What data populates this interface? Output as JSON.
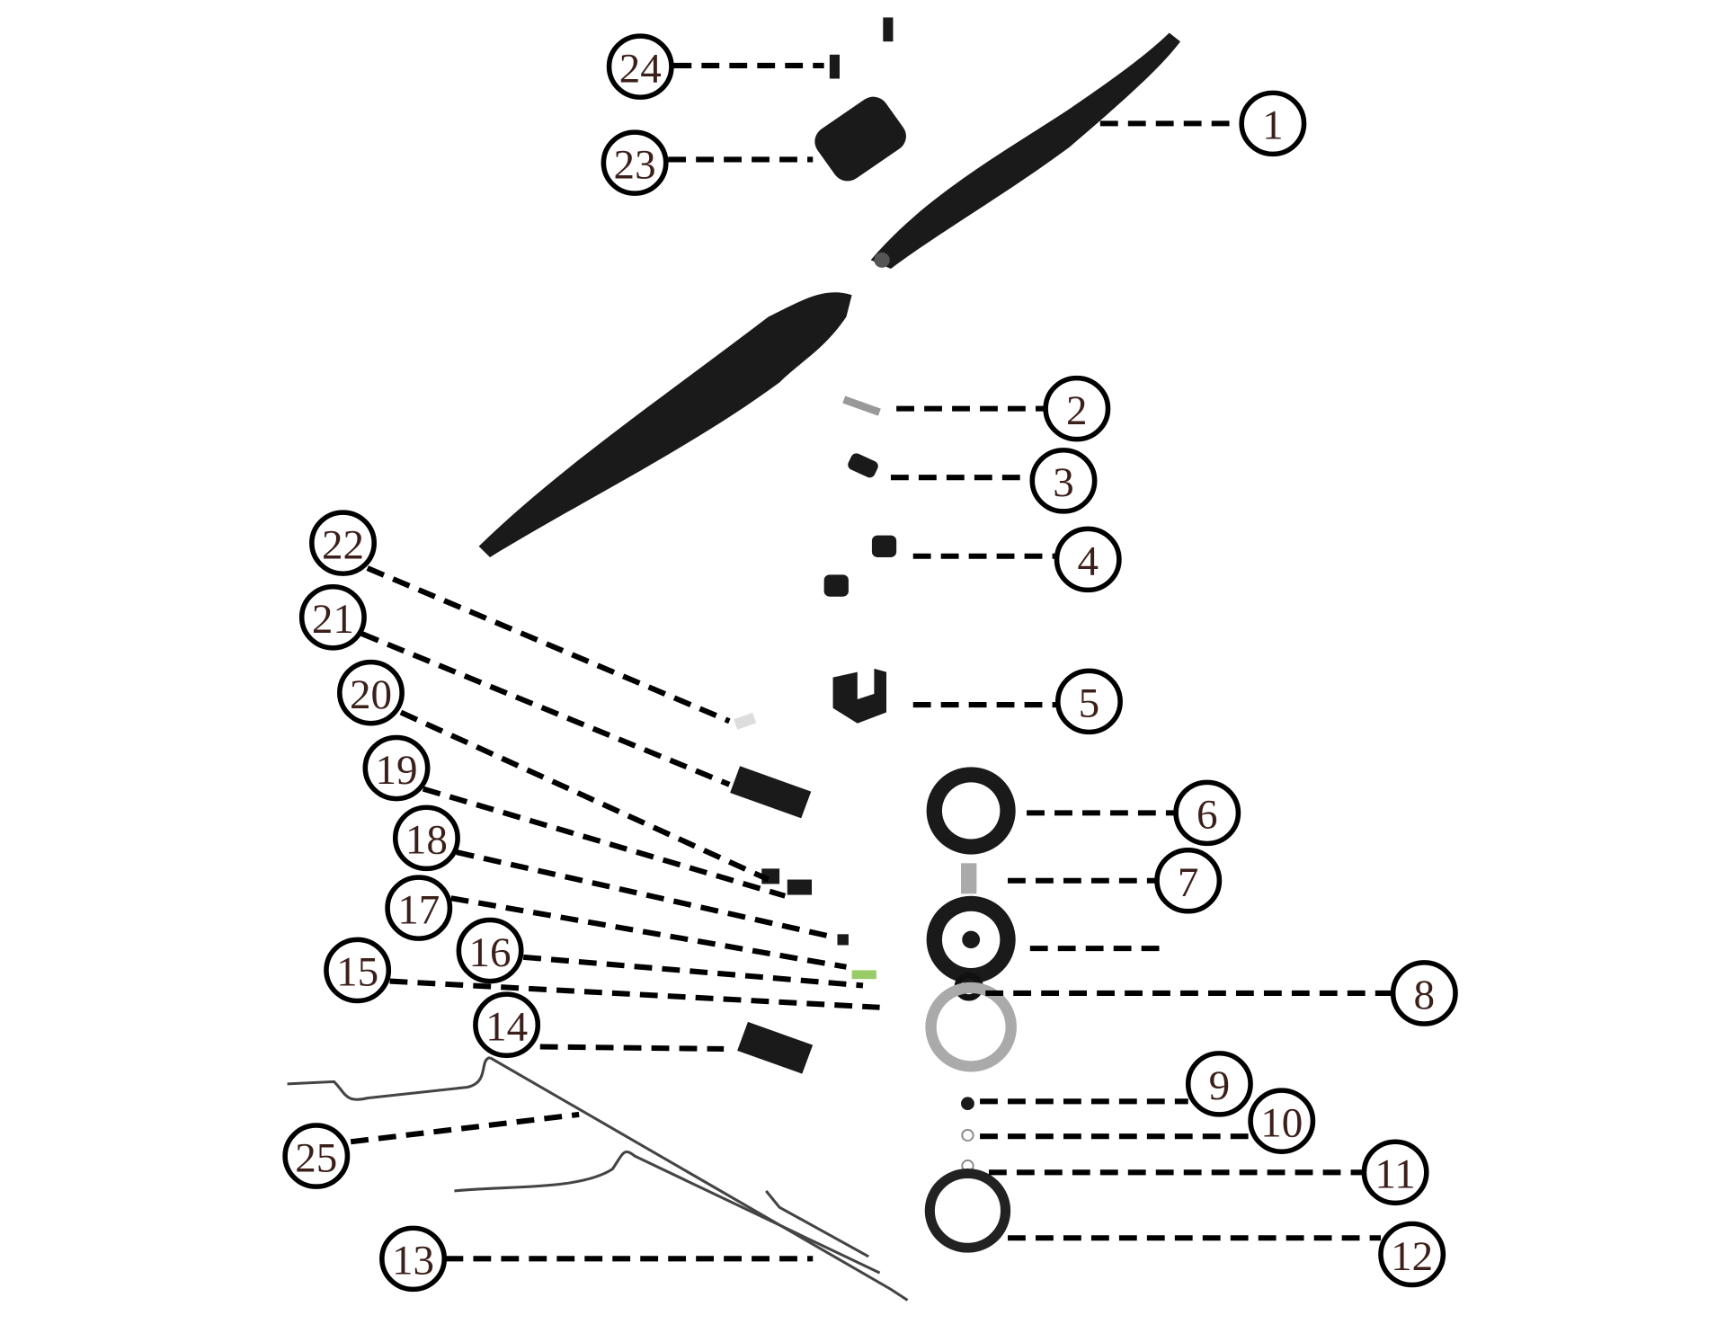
{
  "diagram": {
    "type": "exploded-parts-view",
    "callouts": [
      "1",
      "2",
      "3",
      "4",
      "5",
      "6",
      "7",
      "8",
      "9",
      "10",
      "11",
      "12",
      "13",
      "14",
      "15",
      "16",
      "17",
      "18",
      "19",
      "20",
      "21",
      "22",
      "23",
      "24",
      "25"
    ]
  }
}
